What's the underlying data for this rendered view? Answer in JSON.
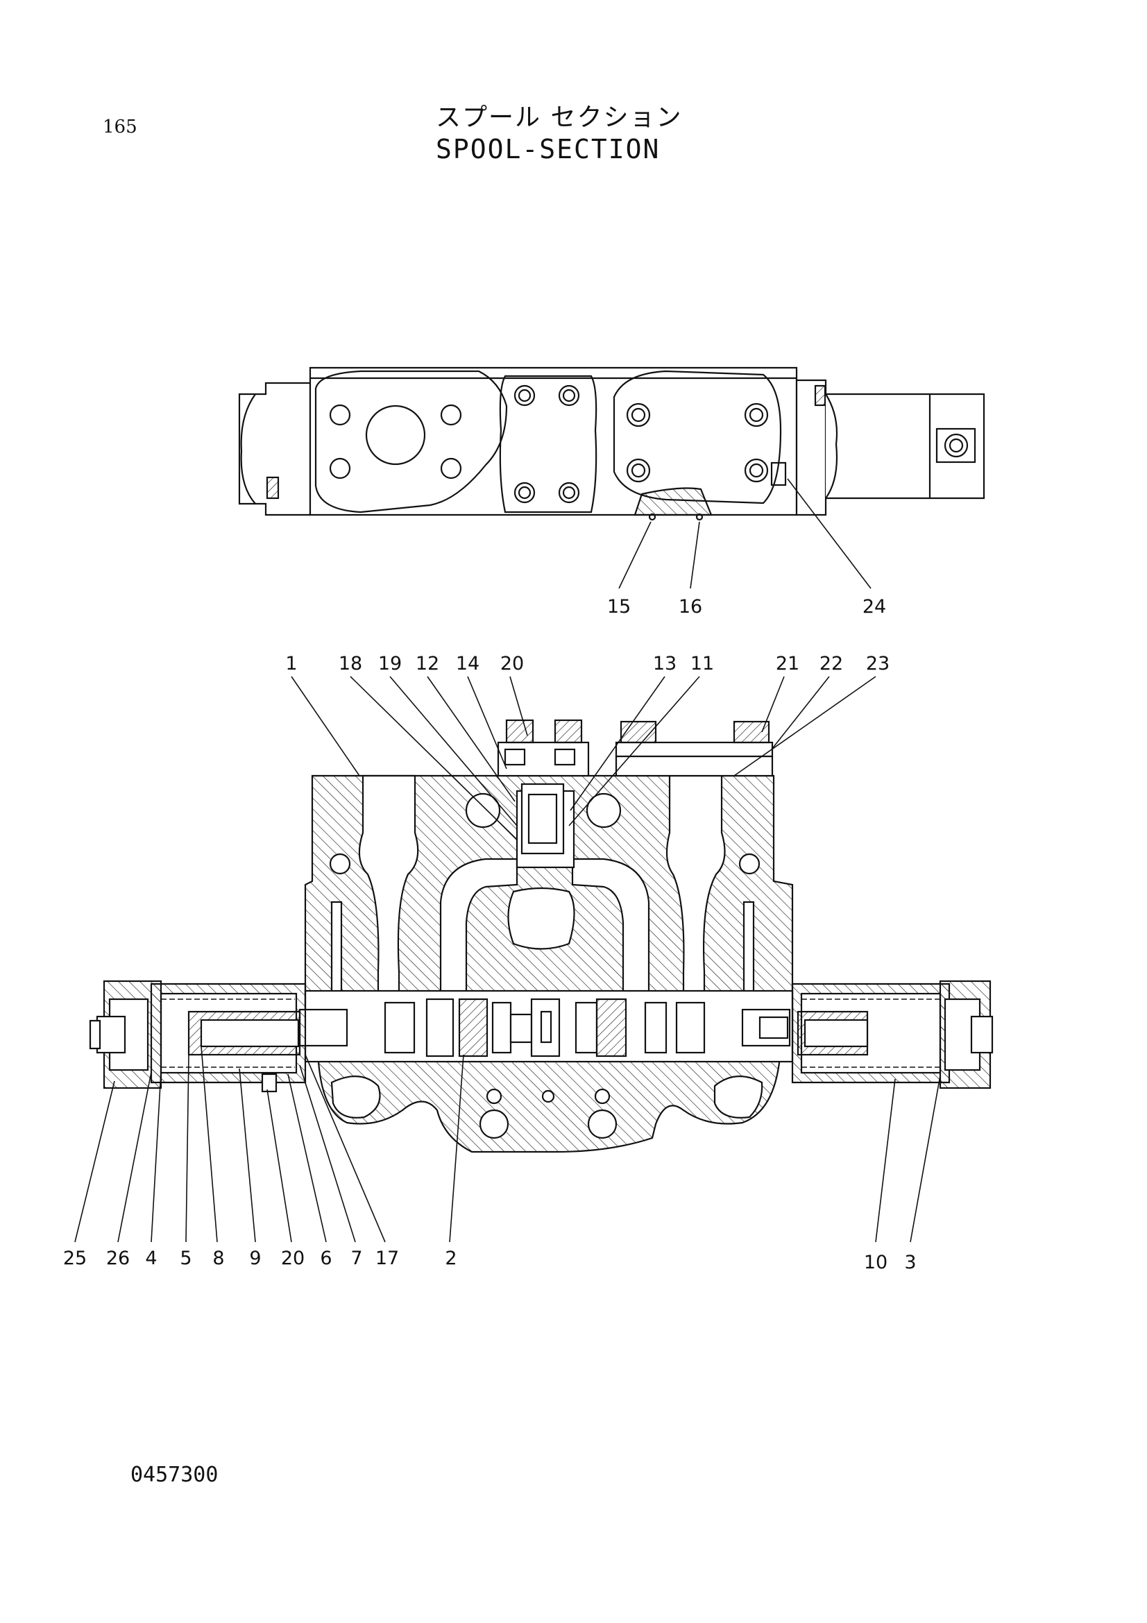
{
  "header": {
    "page_number": "165",
    "title_jp": "スプール セクション",
    "title_en": "SPOOL-SECTION"
  },
  "footer": {
    "drawing_number": "0457300"
  },
  "callouts": {
    "top_view": [
      "15",
      "16",
      "24"
    ],
    "section_top": [
      "1",
      "18",
      "19",
      "12",
      "14",
      "20",
      "13",
      "11",
      "21",
      "22",
      "23"
    ],
    "section_bottom": [
      "25",
      "26",
      "4",
      "5",
      "8",
      "9",
      "20",
      "6",
      "7",
      "17",
      "2",
      "10",
      "3"
    ]
  }
}
